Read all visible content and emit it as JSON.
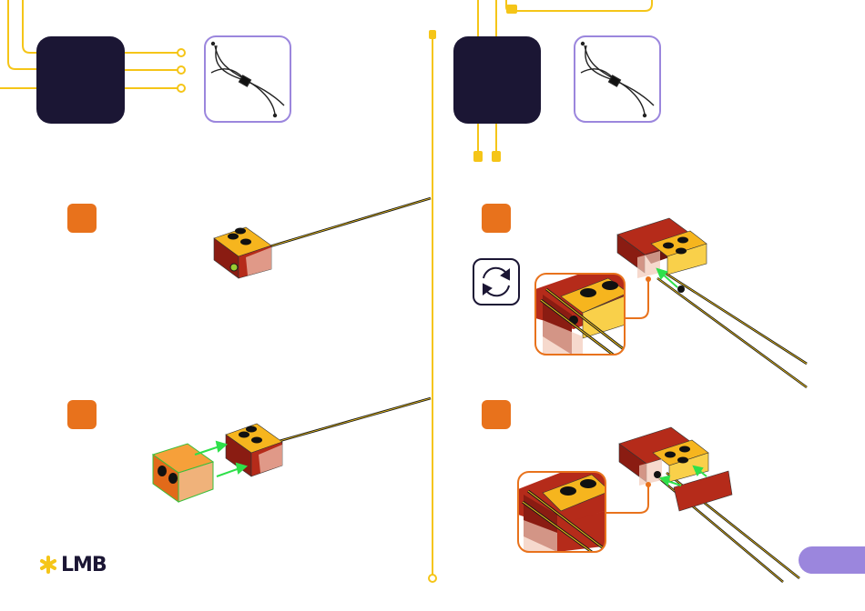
{
  "brand": {
    "logo_text": "LMB",
    "accent": "#f5c518",
    "dark": "#1b1634",
    "step_orange": "#e8721c",
    "tab_purple": "#9b86dd"
  },
  "left_panel": {
    "part_box_icon": "cable-icon",
    "steps": [
      {
        "icon": "step-marker"
      },
      {
        "icon": "step-marker"
      }
    ]
  },
  "right_panel": {
    "part_box_icon": "cable-icon",
    "rotate_icon": "rotate-arrows-icon",
    "steps": [
      {
        "icon": "step-marker"
      },
      {
        "icon": "step-marker"
      }
    ]
  },
  "page_tab": {
    "label": ""
  }
}
